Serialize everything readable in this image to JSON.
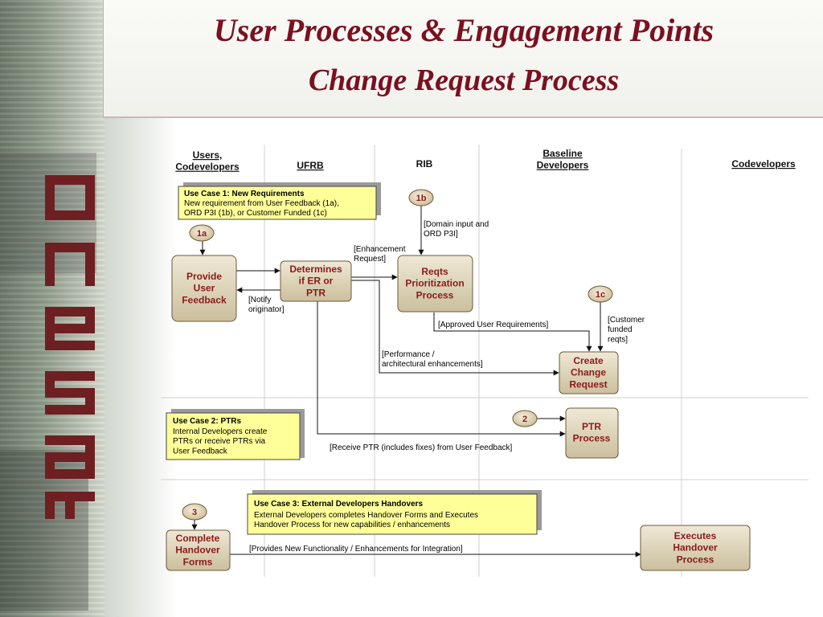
{
  "title": "User Processes & Engagement Points",
  "subtitle": "Change Request Process",
  "sidebar_logo_text": "OneSAF",
  "colors": {
    "title": "#7a1020",
    "node_text": "#8b1a1a",
    "process_fill": "#d9cfb4",
    "note_fill": "#ffff99"
  },
  "lanes": {
    "users": "Users,\nCodevelopers",
    "ufrb": "UFRB",
    "rib": "RIB",
    "baseline": "Baseline\nDevelopers",
    "codev": "Codevelopers"
  },
  "badges": {
    "b1a": "1a",
    "b1b": "1b",
    "b1c": "1c",
    "b2": "2",
    "b3": "3"
  },
  "nodes": {
    "feedback": "Provide\nUser\nFeedback",
    "determines": "Determines\nif ER or\nPTR",
    "reqts": "Reqts\nPrioritization\nProcess",
    "create": "Create\nChange\nRequest",
    "ptr": "PTR\nProcess",
    "complete": "Complete\nHandover\nForms",
    "executes": "Executes\nHandover\nProcess"
  },
  "notes": {
    "uc1_title": "Use Case 1: New Requirements",
    "uc1_body": "New requirement from User Feedback (1a),\nORD P3I (1b), or Customer Funded (1c)",
    "uc2_title": "Use Case 2: PTRs",
    "uc2_body": "Internal Developers create\nPTRs or receive PTRs via\nUser Feedback",
    "uc3_title": "Use Case 3: External Developers Handovers",
    "uc3_body": "External Developers completes Handover Forms and Executes\nHandover Process for new capabilities / enhancements"
  },
  "labels": {
    "domain": "[Domain input and\nORD P3I]",
    "enhancement": "[Enhancement\nRequest]",
    "notify": "[Notify\noriginator]",
    "approved": "[Approved User Requirements]",
    "customer": "[Customer\nfunded\nreqts]",
    "performance": "[Performance /\narchitectural enhancements]",
    "receive_ptr": "[Receive PTR (includes fixes) from User Feedback]",
    "provides": "[Provides New Functionality / Enhancements for Integration]"
  }
}
